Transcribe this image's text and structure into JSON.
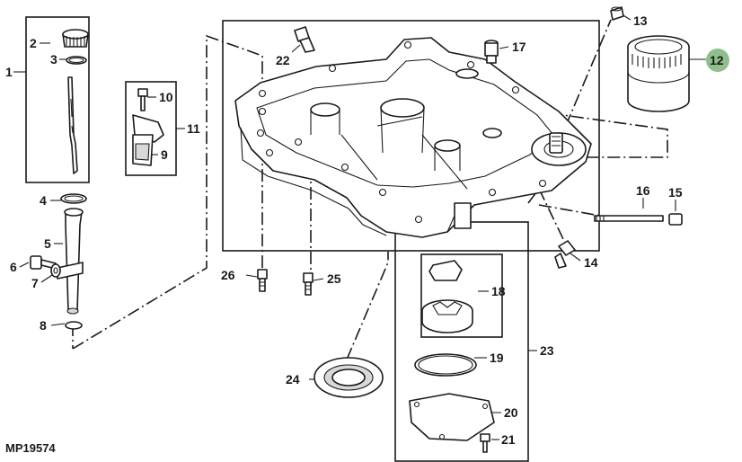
{
  "figure": {
    "code": "MP19574"
  },
  "callouts": {
    "c1": "1",
    "c2": "2",
    "c3": "3",
    "c4": "4",
    "c5": "5",
    "c6": "6",
    "c7": "7",
    "c8": "8",
    "c9": "9",
    "c10": "10",
    "c11": "11",
    "c12": "12",
    "c13": "13",
    "c14": "14",
    "c15": "15",
    "c16": "16",
    "c17": "17",
    "c18": "18",
    "c19": "19",
    "c20": "20",
    "c21": "21",
    "c22": "22",
    "c23": "23",
    "c24": "24",
    "c25": "25",
    "c26": "26"
  },
  "highlight": {
    "callout": "12",
    "color": "#8fbf8a"
  },
  "colors": {
    "ink": "#1a1a1a",
    "background": "#ffffff",
    "shade": "#d8d8d8"
  }
}
